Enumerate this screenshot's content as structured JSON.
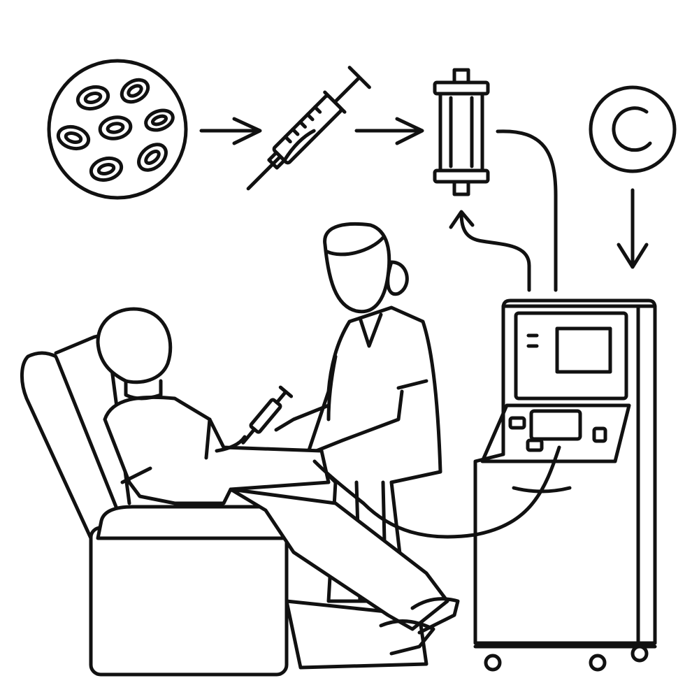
{
  "illustration": {
    "stroke_color": "#111111",
    "background_color": "#ffffff",
    "icons": [
      "blood-cells-circle-icon",
      "arrow-right-icon",
      "syringe-icon",
      "filter-cartridge-icon",
      "cell-circle-icon",
      "arrow-down-icon",
      "arrow-up-icon",
      "apheresis-machine-icon",
      "patient-figure",
      "nurse-figure",
      "recliner-chair"
    ]
  }
}
